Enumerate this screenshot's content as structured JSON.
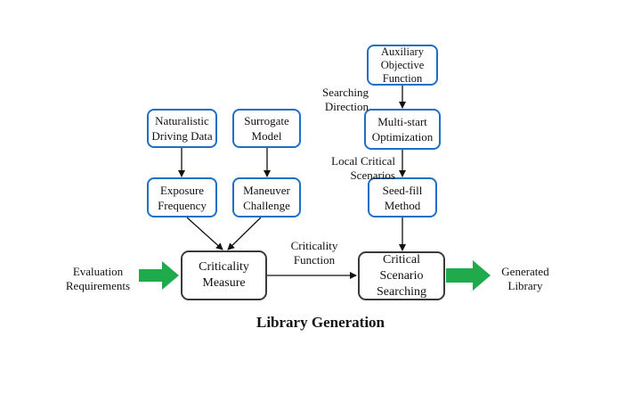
{
  "nodes": {
    "naturalistic": "Naturalistic\nDriving Data",
    "surrogate": "Surrogate\nModel",
    "exposure": "Exposure\nFrequency",
    "maneuver": "Maneuver\nChallenge",
    "criticality_measure": "Criticality\nMeasure",
    "auxiliary": "Auxiliary\nObjective\nFunction",
    "multistart": "Multi-start\nOptimization",
    "seedfill": "Seed-fill\nMethod",
    "critical_search": "Critical Scenario\nSearching"
  },
  "labels": {
    "evaluation": "Evaluation\nRequirements",
    "criticality_function": "Criticality\nFunction",
    "searching_direction": "Searching\nDirection",
    "local_critical": "Local Critical\nScenarios",
    "generated": "Generated\nLibrary"
  },
  "title": "Library Generation",
  "colors": {
    "node_border_blue": "#1f6fc4",
    "node_border_gray": "#3a3a3a",
    "big_arrow_green": "#1faa4b"
  }
}
